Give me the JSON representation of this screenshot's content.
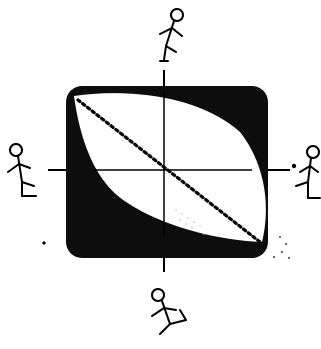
{
  "diagram": {
    "panel_color": "#0d0d0d",
    "lens_color": "#ffffff",
    "line_color": "#000000",
    "dotted_diagonal": true,
    "figures": [
      {
        "id": "top",
        "pose": "standing-upright"
      },
      {
        "id": "left",
        "pose": "sitting"
      },
      {
        "id": "right",
        "pose": "sitting-mirrored"
      },
      {
        "id": "bottom",
        "pose": "reclined"
      }
    ]
  }
}
